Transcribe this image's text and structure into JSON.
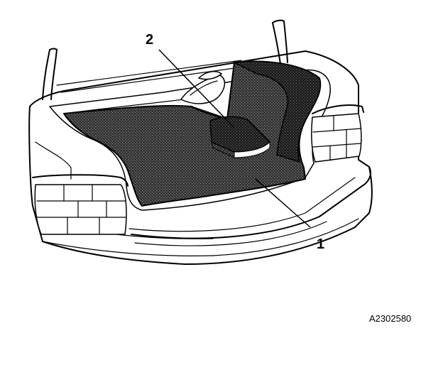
{
  "diagram": {
    "callouts": [
      {
        "id": "1",
        "label": "1"
      },
      {
        "id": "2",
        "label": "2"
      }
    ],
    "figure_id": "A2302580",
    "line_color": "#000000",
    "background": "#ffffff"
  }
}
